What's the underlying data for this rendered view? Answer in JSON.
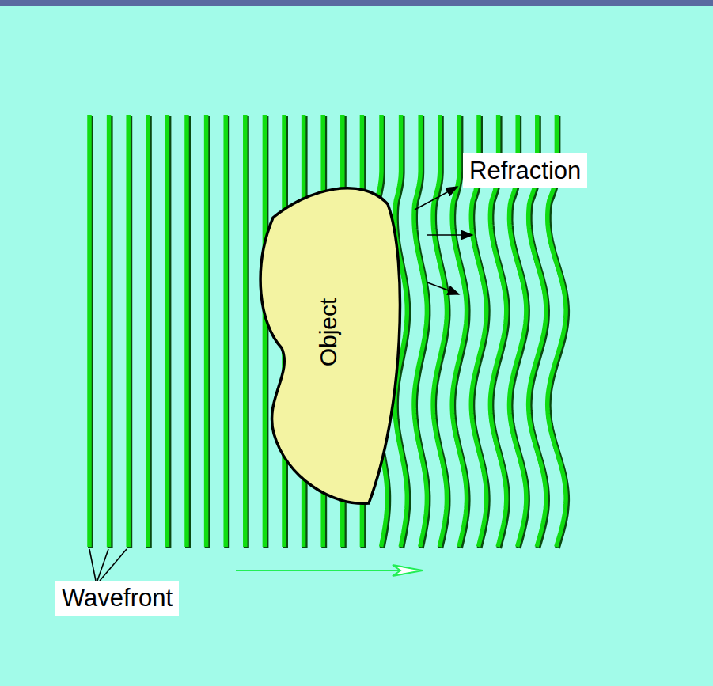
{
  "diagram": {
    "nodes": [
      {
        "text": [
          "Object"
        ]
      }
    ],
    "labels": [
      "Refraction",
      "Wavefront"
    ]
  }
}
